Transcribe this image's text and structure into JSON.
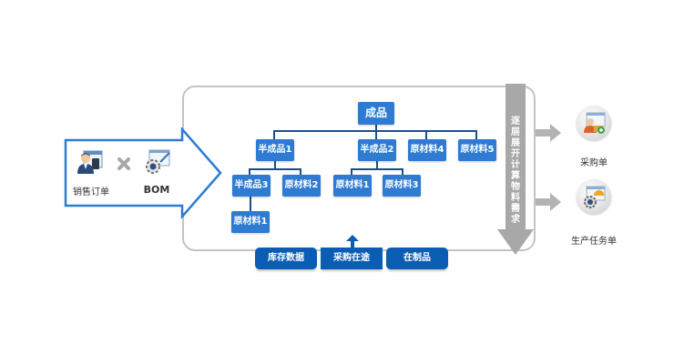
{
  "inputs": {
    "sales_order": {
      "label": "销售订单",
      "icon": "sales-order-person-icon"
    },
    "multiply": {
      "icon": "multiply-icon"
    },
    "bom": {
      "label": "BOM",
      "icon": "bom-gear-icon"
    }
  },
  "tree": {
    "root": "成品",
    "level1": [
      "半成品1",
      "半成品2",
      "原材料4",
      "原材料5"
    ],
    "semi1_children": [
      "半成品3",
      "原材料2"
    ],
    "semi2_children": [
      "原材料1",
      "原材料3"
    ],
    "semi3_children": [
      "原材料1"
    ]
  },
  "process_arrow": {
    "label": "逐层展开计算物料需求"
  },
  "sources": [
    "库存数据",
    "采购在途",
    "在制品"
  ],
  "outputs": [
    {
      "label": "采购单",
      "icon": "purchase-order-icon"
    },
    {
      "label": "生产任务单",
      "icon": "production-task-icon"
    }
  ],
  "colors": {
    "node_blue": "#2e7bd1",
    "source_blue": "#0b5db3",
    "arrow_outline_blue": "#2e7bd1",
    "frame_gray": "#c4c4c4",
    "process_arrow_gray": "#a8a8a8"
  }
}
